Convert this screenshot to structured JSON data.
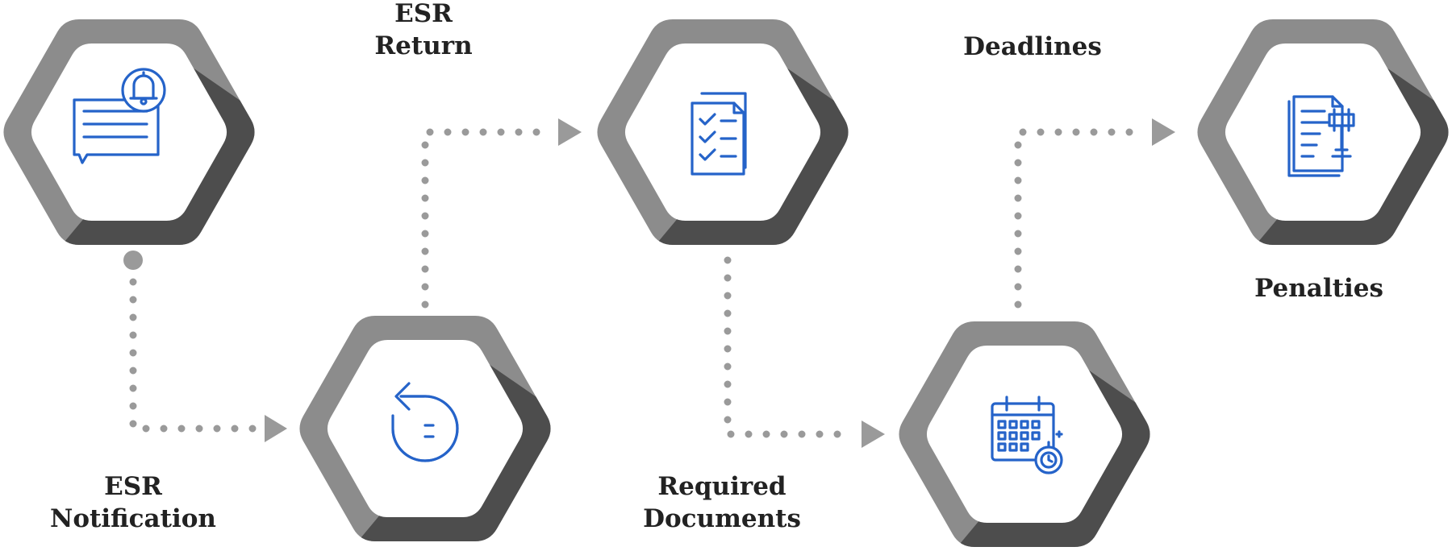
{
  "colors": {
    "hex_light": "#8c8c8c",
    "hex_dark": "#4d4d4d",
    "hex_inner": "#ffffff",
    "connector": "#9a9a9a",
    "icon": "#2563c9",
    "label_text": "#222222"
  },
  "steps": [
    {
      "icon": "notification-bell-icon",
      "label_lines": [
        "ESR",
        "Notification"
      ]
    },
    {
      "icon": "return-arrow-icon",
      "label_lines": [
        "ESR",
        "Return"
      ]
    },
    {
      "icon": "checklist-document-icon",
      "label_lines": [
        "Required",
        "Documents"
      ]
    },
    {
      "icon": "calendar-clock-icon",
      "label_lines": [
        "Deadlines"
      ]
    },
    {
      "icon": "legal-document-gavel-icon",
      "label_lines": [
        "Penalties"
      ]
    }
  ]
}
